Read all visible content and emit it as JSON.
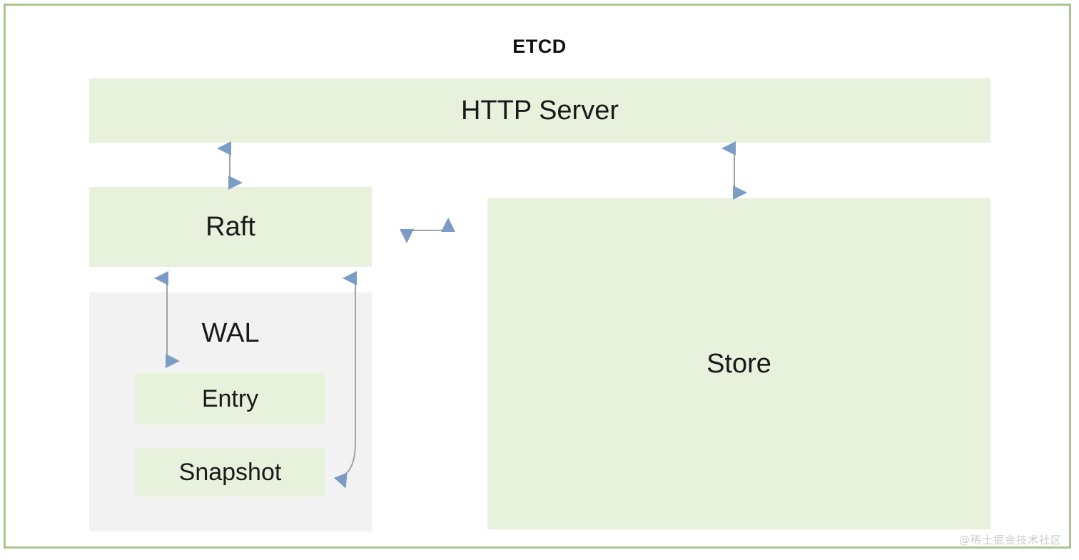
{
  "diagram": {
    "title": "ETCD",
    "watermark": "@稀土掘金技术社区",
    "colors": {
      "frame_border": "#a9c68c",
      "box_green": "#e8f1dc",
      "box_gray": "#f2f2f2",
      "arrow": "#7b9cc4",
      "text": "#1a1a1a"
    },
    "nodes": {
      "http_server": "HTTP Server",
      "raft": "Raft",
      "wal": "WAL",
      "entry": "Entry",
      "snapshot": "Snapshot",
      "store": "Store"
    },
    "connections": [
      {
        "from": "HTTP Server",
        "to": "Raft",
        "direction": "bidirectional",
        "orientation": "vertical"
      },
      {
        "from": "HTTP Server",
        "to": "Store",
        "direction": "bidirectional",
        "orientation": "vertical"
      },
      {
        "from": "Raft",
        "to": "Store",
        "direction": "bidirectional",
        "orientation": "horizontal"
      },
      {
        "from": "Raft",
        "to": "WAL",
        "direction": "bidirectional",
        "orientation": "vertical"
      },
      {
        "from": "Raft",
        "to": "Snapshot",
        "direction": "bidirectional",
        "orientation": "curved"
      }
    ]
  }
}
